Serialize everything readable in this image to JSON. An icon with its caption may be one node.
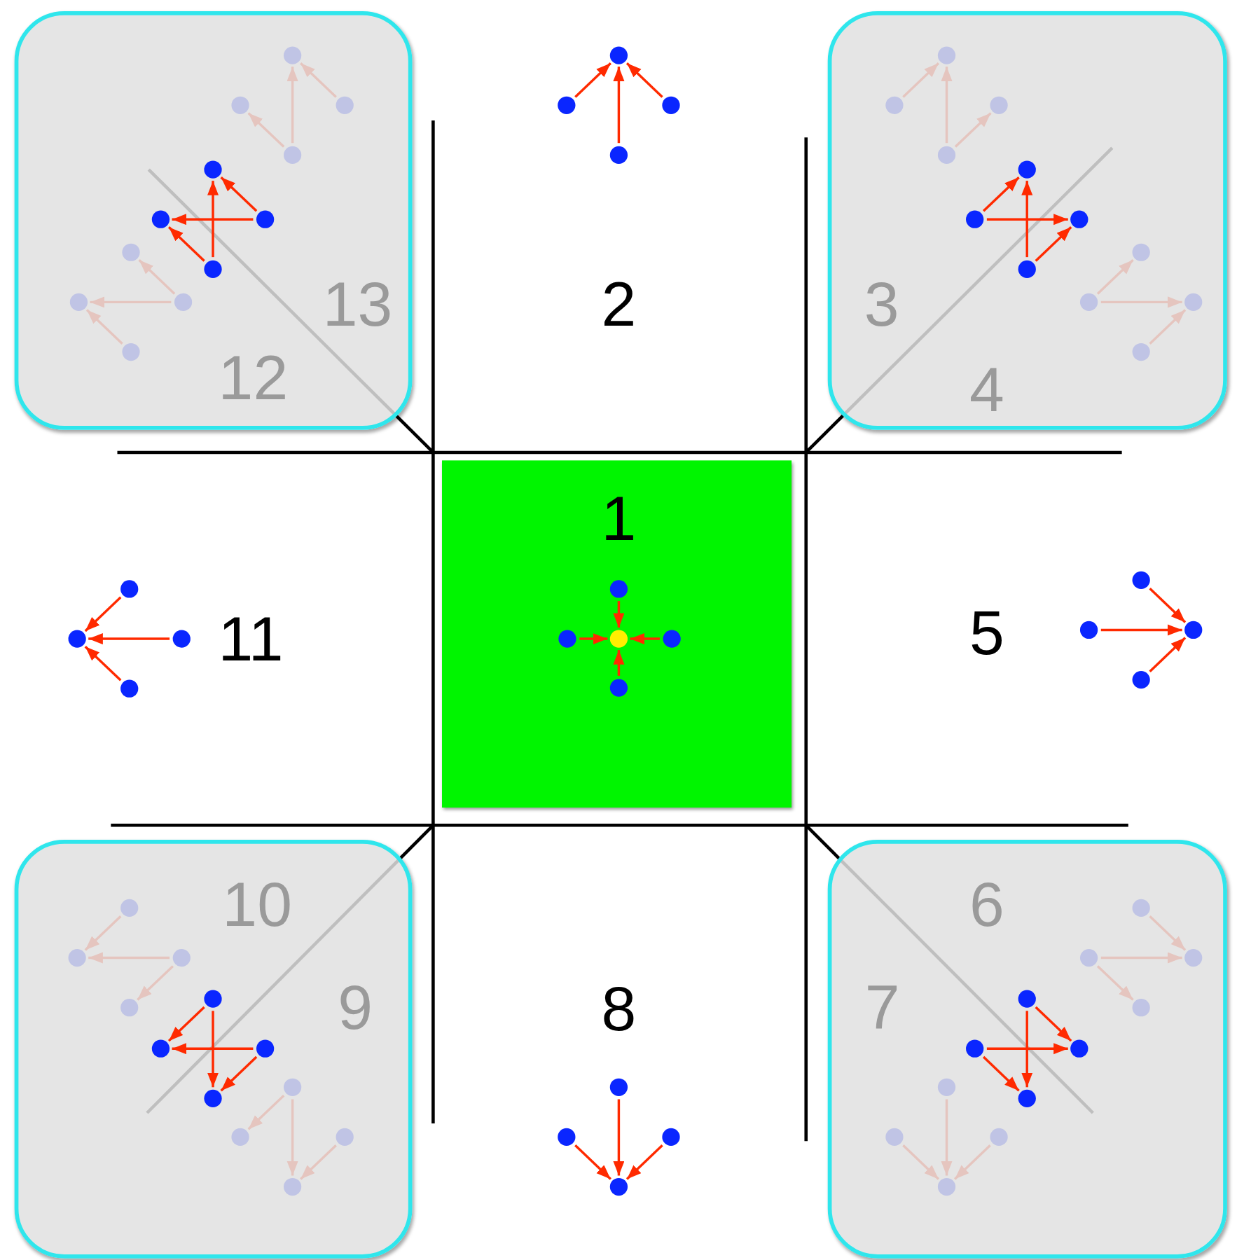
{
  "diagram": {
    "nodes": [
      {
        "text": [
          "13",
          "12"
        ]
      },
      {
        "text": [],
        "shape": "circle",
        "in": 0
      },
      {
        "text": [],
        "shape": "circle",
        "in": 0
      },
      {
        "text": [],
        "shape": "circle",
        "in": 0
      },
      {
        "text": [],
        "shape": "circle",
        "in": 0
      },
      {
        "text": [],
        "shape": "circle",
        "in": 0
      },
      {
        "text": [],
        "shape": "circle",
        "in": 0
      },
      {
        "text": [],
        "shape": "circle",
        "in": 0
      },
      {
        "text": [],
        "shape": "circle",
        "in": 0
      },
      {
        "text": [],
        "shape": "circle",
        "in": 0
      },
      {
        "text": [],
        "shape": "circle",
        "in": 0
      },
      {
        "text": [],
        "shape": "circle",
        "in": 0
      },
      {
        "text": [],
        "shape": "circle",
        "in": 0
      },
      {
        "text": [],
        "shape": "circle"
      },
      {
        "text": [],
        "shape": "circle"
      },
      {
        "text": [],
        "shape": "circle"
      },
      {
        "text": [],
        "shape": "circle"
      },
      {
        "text": [
          "3",
          "4"
        ]
      },
      {
        "text": [],
        "shape": "circle",
        "in": 17
      },
      {
        "text": [],
        "shape": "circle",
        "in": 17
      },
      {
        "text": [],
        "shape": "circle",
        "in": 17
      },
      {
        "text": [],
        "shape": "circle",
        "in": 17
      },
      {
        "text": [],
        "shape": "circle",
        "in": 17
      },
      {
        "text": [],
        "shape": "circle",
        "in": 17
      },
      {
        "text": [],
        "shape": "circle",
        "in": 17
      },
      {
        "text": [],
        "shape": "circle",
        "in": 17
      },
      {
        "text": [],
        "shape": "circle",
        "in": 17
      },
      {
        "text": [],
        "shape": "circle",
        "in": 17
      },
      {
        "text": [],
        "shape": "circle",
        "in": 17
      },
      {
        "text": [],
        "shape": "circle",
        "in": 17
      },
      {
        "text": [
          "1"
        ]
      },
      {
        "text": [],
        "shape": "circle",
        "in": 30
      },
      {
        "text": [],
        "shape": "circle",
        "in": 30
      },
      {
        "text": [],
        "shape": "circle",
        "in": 30
      },
      {
        "text": [],
        "shape": "circle",
        "in": 30
      },
      {
        "text": [],
        "shape": "circle",
        "in": 30
      },
      {
        "text": [],
        "shape": "circle"
      },
      {
        "text": [],
        "shape": "circle"
      },
      {
        "text": [],
        "shape": "circle"
      },
      {
        "text": [],
        "shape": "circle"
      },
      {
        "text": [],
        "shape": "circle"
      },
      {
        "text": [],
        "shape": "circle"
      },
      {
        "text": [],
        "shape": "circle"
      },
      {
        "text": [],
        "shape": "circle"
      },
      {
        "text": [
          "10",
          "9"
        ]
      },
      {
        "text": [],
        "shape": "circle",
        "in": 44
      },
      {
        "text": [],
        "shape": "circle",
        "in": 44
      },
      {
        "text": [],
        "shape": "circle",
        "in": 44
      },
      {
        "text": [],
        "shape": "circle",
        "in": 44
      },
      {
        "text": [],
        "shape": "circle",
        "in": 44
      },
      {
        "text": [],
        "shape": "circle",
        "in": 44
      },
      {
        "text": [],
        "shape": "circle",
        "in": 44
      },
      {
        "text": [],
        "shape": "circle",
        "in": 44
      },
      {
        "text": [],
        "shape": "circle",
        "in": 44
      },
      {
        "text": [],
        "shape": "circle",
        "in": 44
      },
      {
        "text": [],
        "shape": "circle",
        "in": 44
      },
      {
        "text": [],
        "shape": "circle",
        "in": 44
      },
      {
        "text": [],
        "shape": "circle"
      },
      {
        "text": [],
        "shape": "circle"
      },
      {
        "text": [],
        "shape": "circle"
      },
      {
        "text": [],
        "shape": "circle"
      },
      {
        "text": [
          "6",
          "7"
        ]
      },
      {
        "text": [],
        "shape": "circle",
        "in": 61
      },
      {
        "text": [],
        "shape": "circle",
        "in": 61
      },
      {
        "text": [],
        "shape": "circle",
        "in": 61
      },
      {
        "text": [],
        "shape": "circle",
        "in": 61
      },
      {
        "text": [],
        "shape": "circle",
        "in": 61
      },
      {
        "text": [],
        "shape": "circle",
        "in": 61
      },
      {
        "text": [],
        "shape": "circle",
        "in": 61
      },
      {
        "text": [],
        "shape": "circle",
        "in": 61
      },
      {
        "text": [],
        "shape": "circle",
        "in": 61
      },
      {
        "text": [],
        "shape": "circle",
        "in": 61
      },
      {
        "text": [],
        "shape": "circle",
        "in": 61
      },
      {
        "text": [],
        "shape": "circle",
        "in": 61
      }
    ],
    "edges": [
      {
        "from": 4,
        "to": 1,
        "arrow": "to"
      },
      {
        "from": 4,
        "to": 2,
        "arrow": "to"
      },
      {
        "from": 3,
        "to": 1,
        "arrow": "to"
      },
      {
        "from": 8,
        "to": 5,
        "arrow": "to"
      },
      {
        "from": 7,
        "to": 6,
        "arrow": "to"
      },
      {
        "from": 7,
        "to": 5,
        "arrow": "to"
      },
      {
        "from": 8,
        "to": 6,
        "arrow": "to"
      },
      {
        "from": 11,
        "to": 10,
        "arrow": "to"
      },
      {
        "from": 11,
        "to": 9,
        "arrow": "to"
      },
      {
        "from": 12,
        "to": 10,
        "arrow": "to"
      },
      {
        "from": 14,
        "to": 13,
        "arrow": "to"
      },
      {
        "from": 16,
        "to": 13,
        "arrow": "to"
      },
      {
        "from": 15,
        "to": 13,
        "arrow": "to"
      },
      {
        "from": 19,
        "to": 18,
        "arrow": "to"
      },
      {
        "from": 21,
        "to": 18,
        "arrow": "to"
      },
      {
        "from": 21,
        "to": 20,
        "arrow": "to"
      },
      {
        "from": 23,
        "to": 22,
        "arrow": "to"
      },
      {
        "from": 25,
        "to": 22,
        "arrow": "to"
      },
      {
        "from": 23,
        "to": 24,
        "arrow": "to"
      },
      {
        "from": 25,
        "to": 24,
        "arrow": "to"
      },
      {
        "from": 27,
        "to": 26,
        "arrow": "to"
      },
      {
        "from": 27,
        "to": 28,
        "arrow": "to"
      },
      {
        "from": 29,
        "to": 28,
        "arrow": "to"
      },
      {
        "from": 31,
        "to": 33,
        "arrow": "to"
      },
      {
        "from": 32,
        "to": 33,
        "arrow": "to"
      },
      {
        "from": 34,
        "to": 33,
        "arrow": "to"
      },
      {
        "from": 35,
        "to": 33,
        "arrow": "to"
      },
      {
        "from": 36,
        "to": 37,
        "arrow": "to"
      },
      {
        "from": 38,
        "to": 37,
        "arrow": "to"
      },
      {
        "from": 39,
        "to": 37,
        "arrow": "to"
      },
      {
        "from": 40,
        "to": 42,
        "arrow": "to"
      },
      {
        "from": 41,
        "to": 42,
        "arrow": "to"
      },
      {
        "from": 43,
        "to": 42,
        "arrow": "to"
      },
      {
        "from": 45,
        "to": 46,
        "arrow": "to"
      },
      {
        "from": 47,
        "to": 46,
        "arrow": "to"
      },
      {
        "from": 47,
        "to": 48,
        "arrow": "to"
      },
      {
        "from": 49,
        "to": 50,
        "arrow": "to"
      },
      {
        "from": 51,
        "to": 50,
        "arrow": "to"
      },
      {
        "from": 49,
        "to": 52,
        "arrow": "to"
      },
      {
        "from": 51,
        "to": 52,
        "arrow": "to"
      },
      {
        "from": 53,
        "to": 54,
        "arrow": "to"
      },
      {
        "from": 53,
        "to": 56,
        "arrow": "to"
      },
      {
        "from": 55,
        "to": 56,
        "arrow": "to"
      },
      {
        "from": 57,
        "to": 60,
        "arrow": "to"
      },
      {
        "from": 58,
        "to": 60,
        "arrow": "to"
      },
      {
        "from": 59,
        "to": 60,
        "arrow": "to"
      },
      {
        "from": 62,
        "to": 64,
        "arrow": "to"
      },
      {
        "from": 63,
        "to": 64,
        "arrow": "to"
      },
      {
        "from": 63,
        "to": 65,
        "arrow": "to"
      },
      {
        "from": 66,
        "to": 68,
        "arrow": "to"
      },
      {
        "from": 67,
        "to": 68,
        "arrow": "to"
      },
      {
        "from": 66,
        "to": 69,
        "arrow": "to"
      },
      {
        "from": 67,
        "to": 69,
        "arrow": "to"
      },
      {
        "from": 70,
        "to": 73,
        "arrow": "to"
      },
      {
        "from": 71,
        "to": 73,
        "arrow": "to"
      },
      {
        "from": 72,
        "to": 73,
        "arrow": "to"
      }
    ],
    "labels": [
      "2",
      "5",
      "8",
      "11"
    ]
  }
}
